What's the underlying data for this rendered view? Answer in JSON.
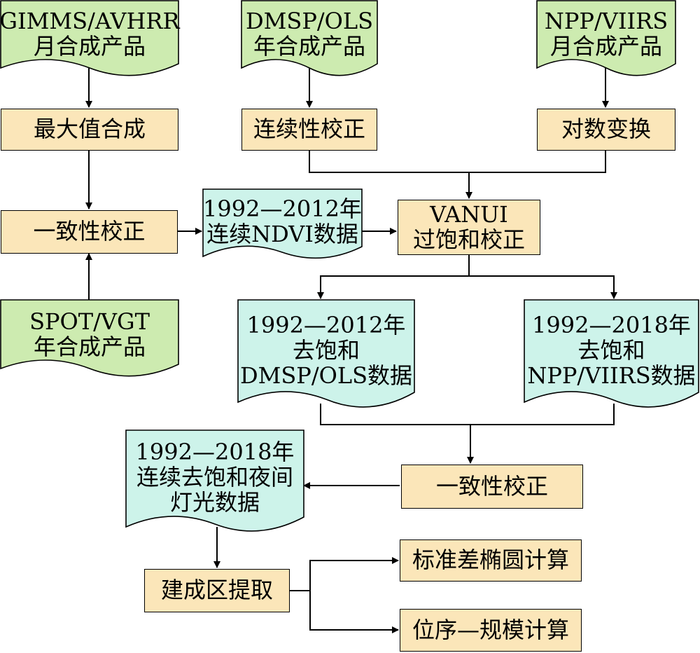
{
  "colors": {
    "input_document": "#cdebb0",
    "data_document": "#cdf3ea",
    "process": "#fbe6b9",
    "line": "#000000"
  },
  "nodes": {
    "gimms": "GIMMS/AVHRR\n月合成产品",
    "dmsp": "DMSP/OLS\n年合成产品",
    "npp": "NPP/VIIRS\n月合成产品",
    "max_value": "最大值合成",
    "continuity": "连续性校正",
    "log_transform": "对数变换",
    "consistency_1": "一致性校正",
    "ndvi": "1992—2012年\n连续NDVI数据",
    "vanui": "VANUI\n过饱和校正",
    "spot": "SPOT/VGT\n年合成产品",
    "desat_dmsp": "1992—2012年\n去饱和\nDMSP/OLS数据",
    "desat_npp": "1992—2018年\n去饱和\nNPP/VIIRS数据",
    "continuous_ntl": "1992—2018年\n连续去饱和夜间\n灯光数据",
    "consistency_2": "一致性校正",
    "builtup": "建成区提取",
    "ellipse": "标准差椭圆计算",
    "rank_size": "位序—规模计算"
  }
}
